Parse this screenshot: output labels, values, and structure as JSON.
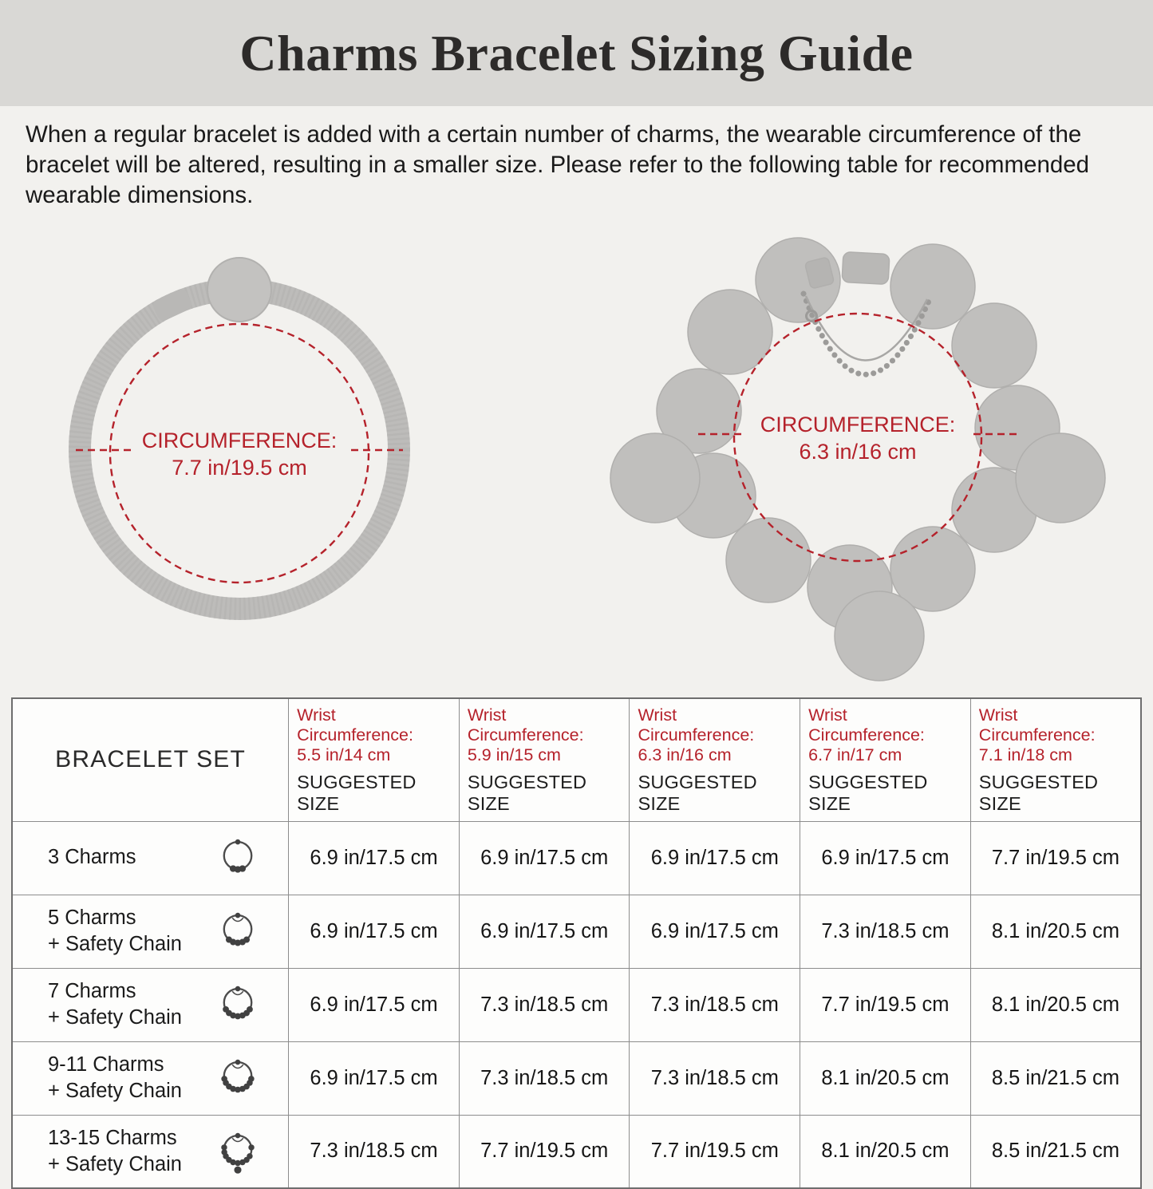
{
  "colors": {
    "accent_red": "#b5222b",
    "illustration_gray": "#bfbebc",
    "header_band_gray": "#d9d8d5",
    "page_background": "#f2f1ee"
  },
  "header": {
    "title": "Charms Bracelet Sizing Guide"
  },
  "intro": {
    "text": "When a regular bracelet is added with a certain number of charms, the wearable circumference of the bracelet will be altered, resulting in a smaller size. Please refer to the following table for recommended wearable dimensions."
  },
  "diagrams": {
    "plain": {
      "icon": "plain-bracelet-illustration",
      "circumference_label": "CIRCUMFERENCE:",
      "circumference_value": "7.7 in/19.5 cm"
    },
    "charm": {
      "icon": "charm-bracelet-with-safety-chain-illustration",
      "circumference_label": "CIRCUMFERENCE:",
      "circumference_value": "6.3 in/16 cm"
    }
  },
  "table": {
    "set_header": "BRACELET SET",
    "columns": [
      {
        "wrist_line1": "Wrist Circumference:",
        "wrist_line2": "5.5 in/14 cm",
        "size_label": "SUGGESTED SIZE"
      },
      {
        "wrist_line1": "Wrist Circumference:",
        "wrist_line2": "5.9 in/15 cm",
        "size_label": "SUGGESTED SIZE"
      },
      {
        "wrist_line1": "Wrist Circumference:",
        "wrist_line2": "6.3 in/16 cm",
        "size_label": "SUGGESTED SIZE"
      },
      {
        "wrist_line1": "Wrist Circumference:",
        "wrist_line2": "6.7 in/17 cm",
        "size_label": "SUGGESTED SIZE"
      },
      {
        "wrist_line1": "Wrist Circumference:",
        "wrist_line2": "7.1 in/18 cm",
        "size_label": "SUGGESTED SIZE"
      }
    ],
    "rows": [
      {
        "label_line1": "3 Charms",
        "label_line2": "",
        "icon": "bracelet-3-charms-icon",
        "sizes": [
          "6.9 in/17.5 cm",
          "6.9 in/17.5 cm",
          "6.9 in/17.5 cm",
          "6.9 in/17.5 cm",
          "7.7 in/19.5 cm"
        ]
      },
      {
        "label_line1": "5 Charms",
        "label_line2": "+ Safety Chain",
        "icon": "bracelet-5-charms-safety-chain-icon",
        "sizes": [
          "6.9 in/17.5 cm",
          "6.9 in/17.5 cm",
          "6.9 in/17.5 cm",
          "7.3 in/18.5 cm",
          "8.1 in/20.5 cm"
        ]
      },
      {
        "label_line1": "7 Charms",
        "label_line2": "+ Safety Chain",
        "icon": "bracelet-7-charms-safety-chain-icon",
        "sizes": [
          "6.9 in/17.5 cm",
          "7.3 in/18.5 cm",
          "7.3 in/18.5 cm",
          "7.7 in/19.5 cm",
          "8.1 in/20.5 cm"
        ]
      },
      {
        "label_line1": "9-11 Charms",
        "label_line2": "+ Safety Chain",
        "icon": "bracelet-9-11-charms-safety-chain-icon",
        "sizes": [
          "6.9 in/17.5 cm",
          "7.3 in/18.5 cm",
          "7.3 in/18.5 cm",
          "8.1 in/20.5 cm",
          "8.5 in/21.5 cm"
        ]
      },
      {
        "label_line1": "13-15 Charms",
        "label_line2": "+ Safety Chain",
        "icon": "bracelet-13-15-charms-safety-chain-icon",
        "sizes": [
          "7.3 in/18.5 cm",
          "7.7 in/19.5 cm",
          "7.7 in/19.5 cm",
          "8.1 in/20.5 cm",
          "8.5 in/21.5 cm"
        ]
      }
    ]
  }
}
